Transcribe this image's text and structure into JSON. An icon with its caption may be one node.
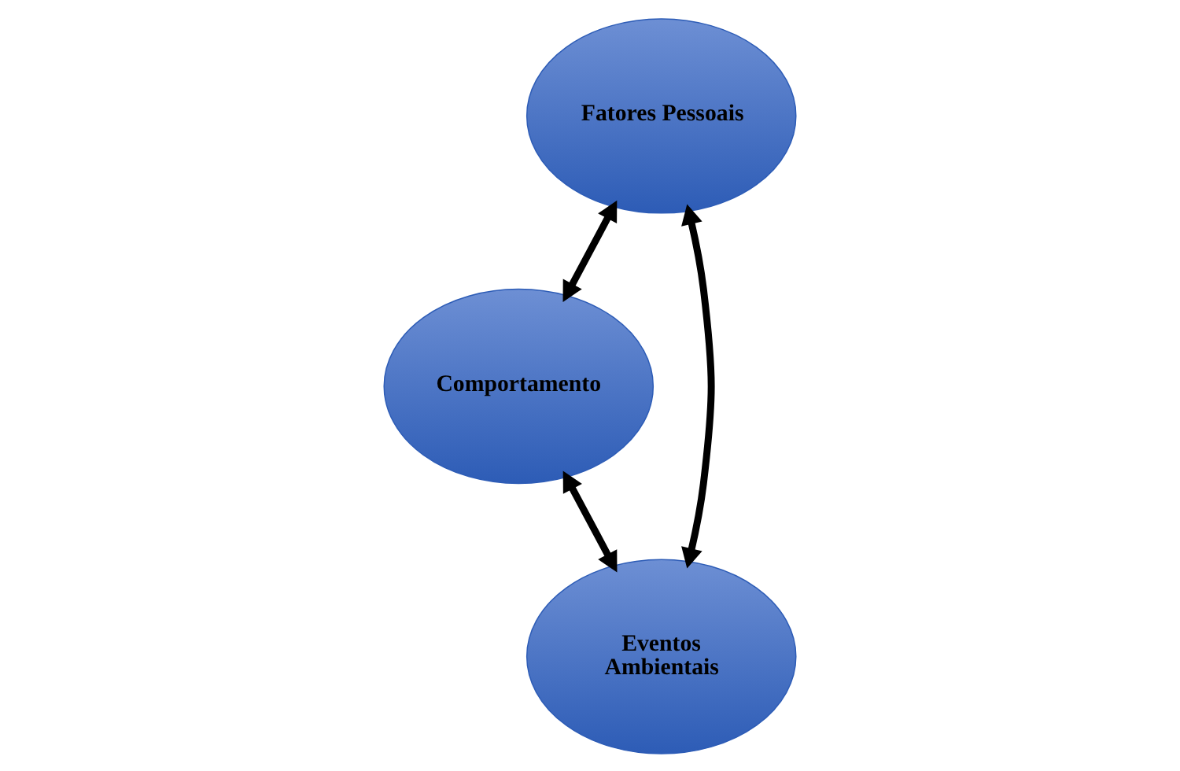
{
  "diagram": {
    "nodes": [
      {
        "text": [
          "Fatores Pessoais"
        ]
      },
      {
        "text": [
          "Comportamento"
        ]
      },
      {
        "text": [
          "Eventos Ambientais"
        ]
      }
    ],
    "edges": [
      {
        "from": 0,
        "to": 1,
        "arrow": "both"
      },
      {
        "from": 0,
        "to": 2,
        "arrow": "both"
      },
      {
        "from": 1,
        "to": 2,
        "arrow": "both"
      }
    ]
  }
}
